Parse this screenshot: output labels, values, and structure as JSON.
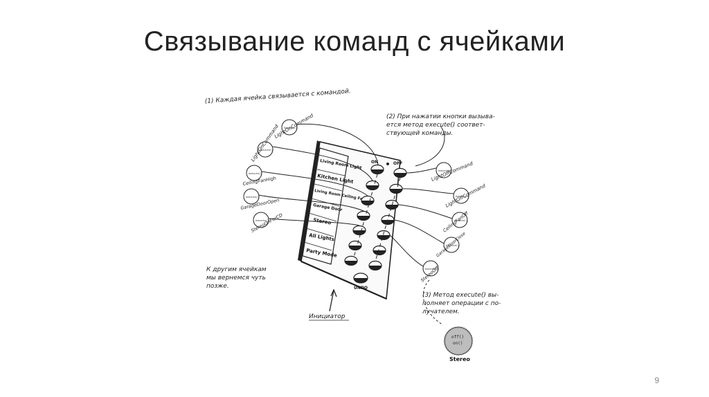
{
  "slide": {
    "title": "Связывание команд с ячейками",
    "page_number": "9"
  },
  "notes": {
    "note1": "(1) Каждая ячейка связывается с командой.",
    "note2_lines": [
      "(2) При нажатии кнопки вызыва-",
      "ется метод execute() соответ-",
      "ствующей команды."
    ],
    "note3_lines": [
      "(3) Метод execute() вы-",
      "полняет операции с по-",
      "лучателем."
    ],
    "note_later_lines": [
      "К другим ячейкам",
      "мы вернемся чуть",
      "позже."
    ],
    "invoker_label": "Инициатор"
  },
  "remote": {
    "on_label": "ON",
    "off_label": "OFF",
    "undo_label": "UNDO",
    "slots": [
      "Living Room Light",
      "Kitchen Light",
      "Living Room Ceiling Fan",
      "Garage Door",
      "Stereo",
      "All Lights",
      "Party Mode"
    ]
  },
  "commands": {
    "badge_text": "execute()",
    "on_commands": [
      "LightOnCommand",
      "LightOnCommand",
      "CeilingFanHigh",
      "GarageDoorOpen",
      "StereoOnForCD"
    ],
    "off_commands": [
      "LightOffCommand",
      "LightOffCommand",
      "CeilingFanOff",
      "GarageDoorClose",
      "StereoOff"
    ]
  },
  "receiver": {
    "label": "Stereo",
    "methods": [
      "off()",
      "on()"
    ]
  }
}
